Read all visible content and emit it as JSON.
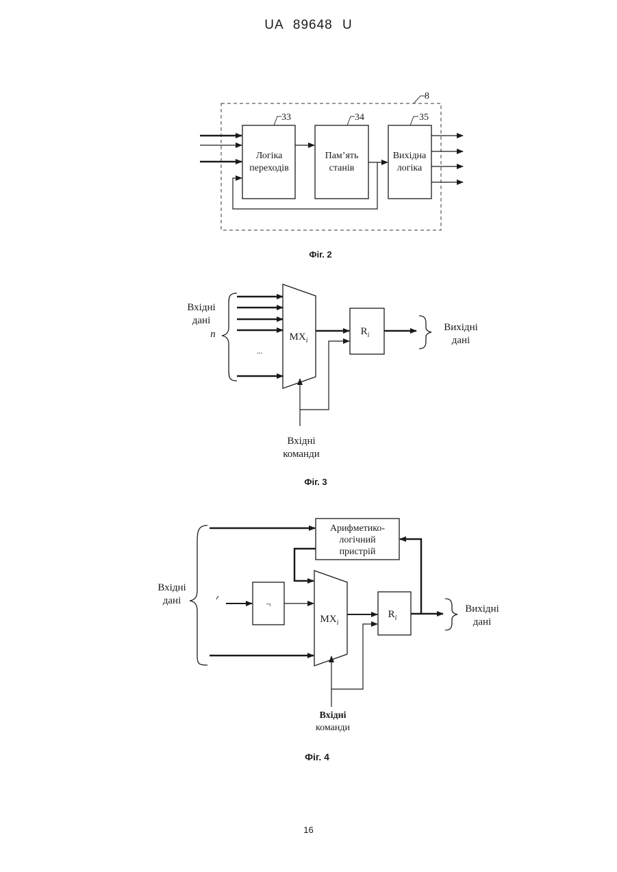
{
  "header": {
    "doc_id": "UA   89648   U"
  },
  "page_number": "16",
  "fig2": {
    "caption": "Фіг. 2",
    "outer_ref": "8",
    "blocks": [
      {
        "ref": "33",
        "line1": "Логіка",
        "line2": "переходів"
      },
      {
        "ref": "34",
        "line1": "Пам’ять",
        "line2": "станів"
      },
      {
        "ref": "35",
        "line1": "Вихідна",
        "line2": "логіка"
      }
    ]
  },
  "fig3": {
    "caption": "Фіг. 3",
    "inputs_label": [
      "Вхідні",
      "дані",
      "n"
    ],
    "ellipsis": "...",
    "mux_label": "MX",
    "mux_sub": "i",
    "reg_label": "R",
    "reg_sub": "i",
    "outputs_label": [
      "Вихідні",
      "дані"
    ],
    "commands_label": [
      "Вхідні",
      "команди"
    ]
  },
  "fig4": {
    "caption": "Фіг. 4",
    "alu_label": [
      "Арифметико-",
      "логічний",
      "пристрій"
    ],
    "inputs_label": [
      "Вхідні",
      "дані"
    ],
    "not_symbol": "¬",
    "mux_label": "MX",
    "mux_sub": "i",
    "reg_label": "R",
    "reg_sub": "i",
    "outputs_label": [
      "Вихідні",
      "дані"
    ],
    "commands_label": [
      "Вхідні",
      "команди"
    ]
  }
}
